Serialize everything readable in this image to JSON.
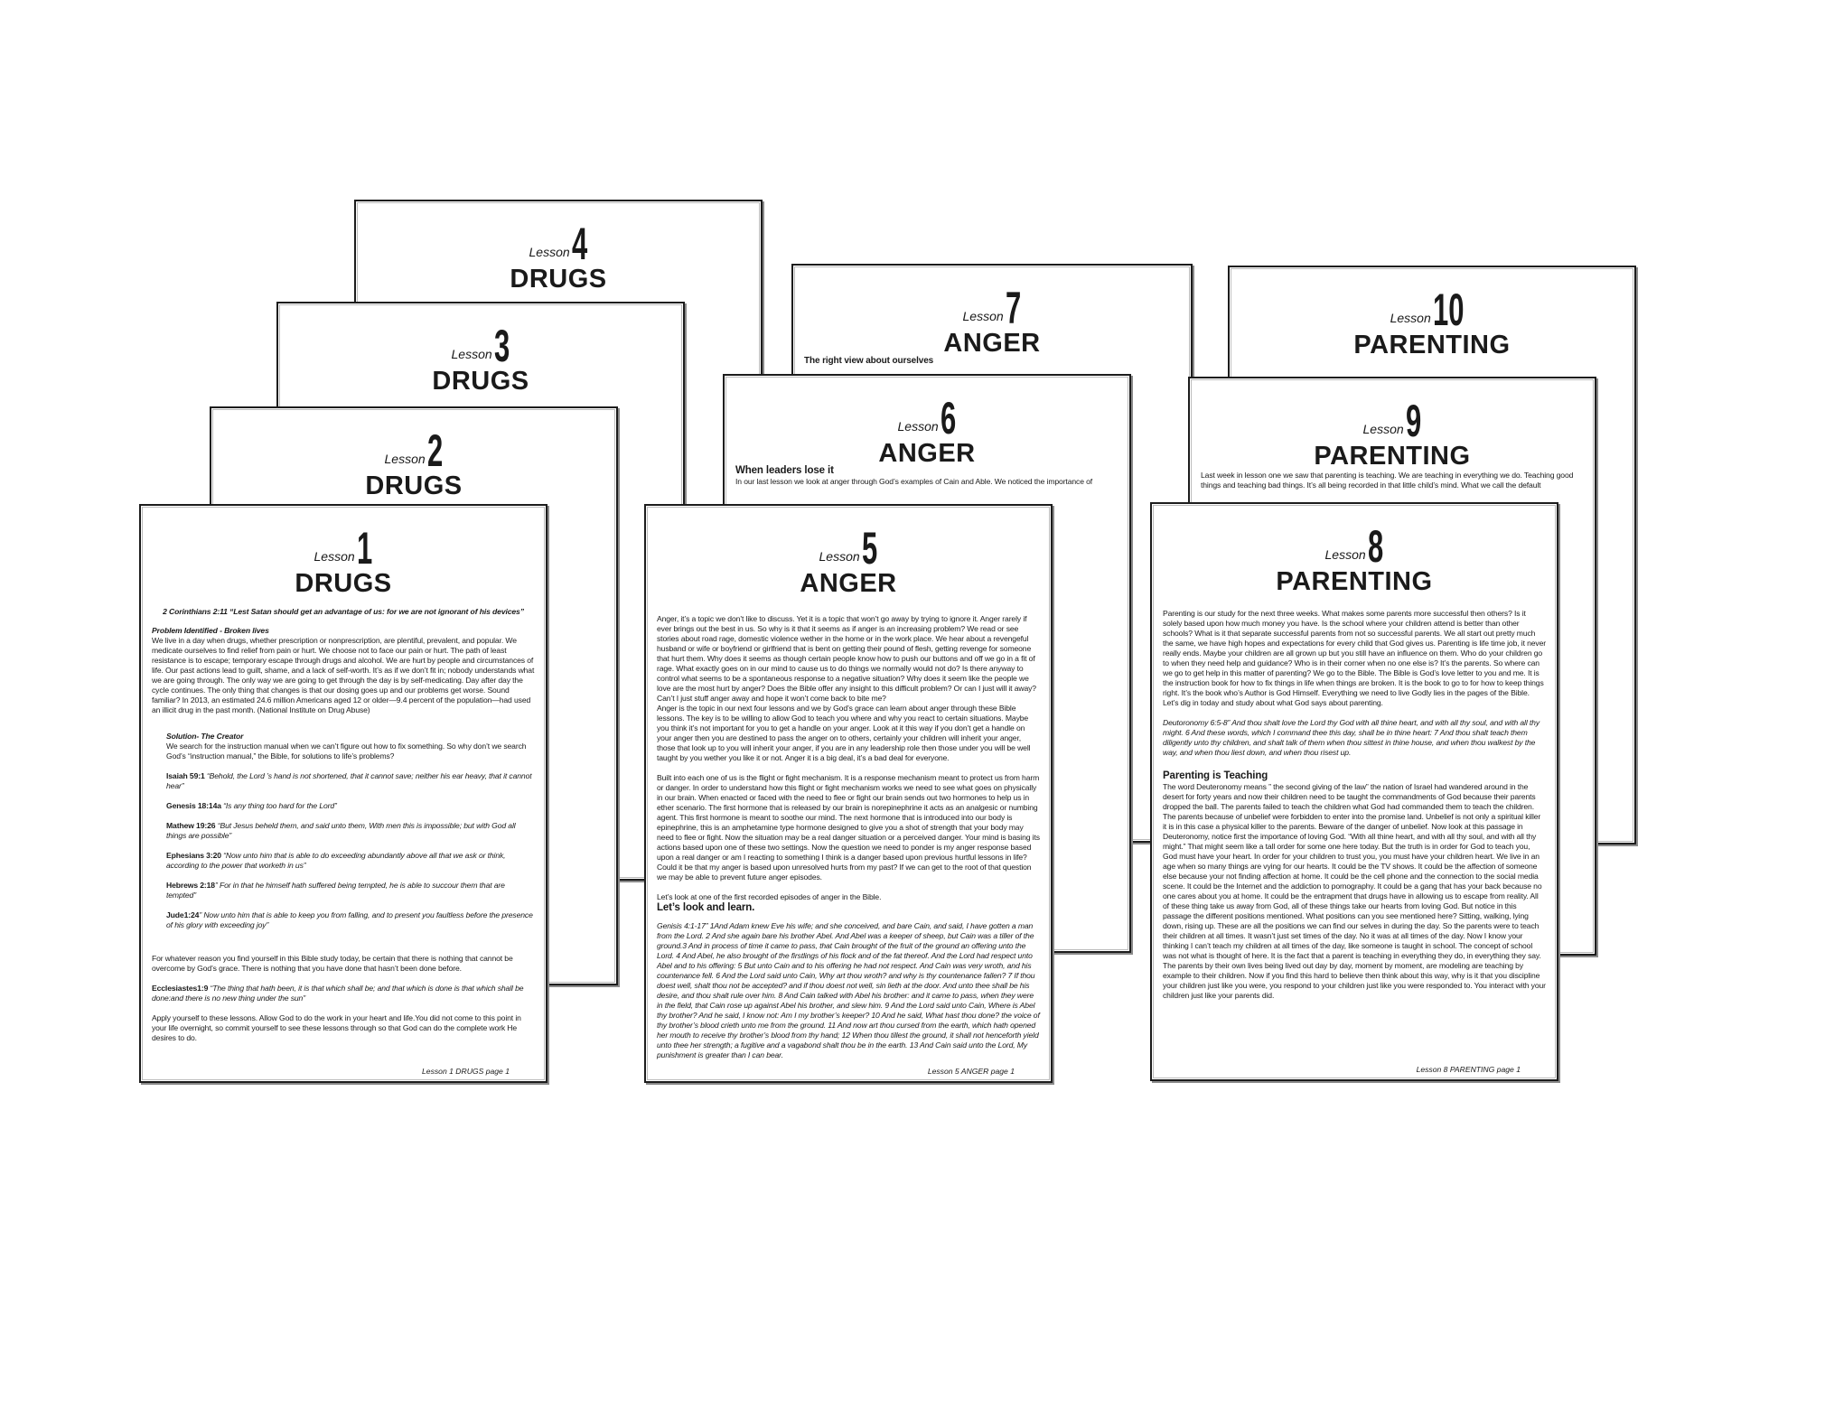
{
  "pages": {
    "p4": {
      "lesson_word": "Lesson",
      "number": "4",
      "title": "DRUGS"
    },
    "p3": {
      "lesson_word": "Lesson",
      "number": "3",
      "title": "DRUGS"
    },
    "p2": {
      "lesson_word": "Lesson",
      "number": "2",
      "title": "DRUGS"
    },
    "p1": {
      "lesson_word": "Lesson",
      "number": "1",
      "title": "DRUGS",
      "verse": "2 Corinthians 2:11 “Lest Satan should get an advantage of us: for we are not ignorant of his devices”",
      "problem_heading": "Problem Identified - Broken lives",
      "problem_text": "We live in a day when drugs, whether prescription or nonprescription, are plentiful, prevalent, and popular. We medicate ourselves to find relief from pain or hurt. We choose not to face our pain or hurt. The path of least resistance is to escape; temporary escape through drugs and alcohol. We are hurt by people and circumstances of life. Our past actions lead to guilt, shame, and a lack of self-worth. It’s as if we don’t fit in; nobody understands what we are going through. The only way we are going to get through the day is by self-medicating. Day after day the cycle continues. The only thing that changes is that our dosing goes up and our problems get worse. Sound familiar? In 2013, an estimated 24.6 million Americans aged 12 or older—9.4 percent of the population—had used an illicit drug in the past month. (National Institute on Drug Abuse)",
      "solution_heading": "Solution- The Creator",
      "solution_text": "We search for the instruction manual when we can’t figure out how to fix something. So why don’t we search God’s “instruction manual,” the Bible, for solutions to life’s problems?",
      "verses": [
        {
          "ref": "Isaiah 59:1",
          "text": " “Behold, the Lord ’s hand is not shortened, that it cannot save; neither his ear heavy, that it cannot hear”"
        },
        {
          "ref": "Genesis 18:14a",
          "text": " “Is any thing too hard for the Lord”"
        },
        {
          "ref": "Mathew 19:26",
          "text": " “But Jesus beheld them, and said unto them, With men this is impossible; but with God all things are possible”"
        },
        {
          "ref": "Ephesians 3:20",
          "text": " “Now unto him that is able to do exceeding abundantly above all that we ask or think, according to the power that worketh in us”"
        },
        {
          "ref": "Hebrews 2:18",
          "text": "” For in that he himself hath suffered being tempted, he is able to succour them that are tempted”"
        },
        {
          "ref": "Jude1:24",
          "text": "” Now unto him that is able to keep you from falling, and to present you faultless before the presence of his glory with exceeding joy”"
        }
      ],
      "whatever_text": "For whatever reason you find yourself in this Bible study today, be certain that there is nothing that cannot be overcome by God’s grace. There is nothing that you have done that hasn’t been done before.",
      "eccl_ref": "Ecclesiastes1:9",
      "eccl_text": " “The thing that hath been, it is that which shall be; and that which is done is that which shall be done:and there is no new thing under the sun”",
      "apply_text": "Apply yourself to these lessons. Allow God to do the work in your heart and life.You did not come to this point in your life overnight, so commit yourself to see these lessons through so that God can do the complete work He desires to do.",
      "footer": "Lesson 1 DRUGS page 1"
    },
    "p7": {
      "lesson_word": "Lesson",
      "number": "7",
      "title": "ANGER",
      "subheading": "The right view about ourselves"
    },
    "p6": {
      "lesson_word": "Lesson",
      "number": "6",
      "title": "ANGER",
      "subheading": "When leaders lose it",
      "intro": "In our last lesson we look at anger through God’s examples of Cain and Able. We noticed the importance of"
    },
    "p5": {
      "lesson_word": "Lesson",
      "number": "5",
      "title": "ANGER",
      "para1": "Anger, it’s a topic we don’t like to discuss. Yet it is a topic that won’t go away by trying to ignore it. Anger rarely if ever brings out the best in us. So why is it that it seems as if anger is an increasing problem? We read or see stories about road rage, domestic violence wether in the home or in the work place. We hear about a revengeful husband or wife or boyfriend or girlfriend that is bent on getting their pound of flesh, getting revenge for someone that hurt them. Why does it seems as though certain people know how to push our buttons and off we go in a fit of rage. What exactly goes on in our mind to cause us to do things we normally would not do? Is there anyway to control what seems to be a spontaneous response to a negative situation? Why does it seem like the people we love are the most hurt by anger? Does the Bible offer any insight to this difficult problem? Or can I just will it away? Can’t I just stuff anger away and hope it won’t come back to bite me?",
      "para2": "Anger is the topic in our next four lessons and we by God’s grace can learn about anger through these Bible lessons. The key is to be willing to allow God to teach you where and why you react to certain situations. Maybe you think it’s not important for you to get a handle on your anger. Look at it this way if you don’t get a handle on your anger then you are destined to pass the anger on to others, certainly your children will inherit your anger, those that look up to you will inherit your anger, if you are in any leadership role then those under you will be well taught by you wether you like it or not. Anger it is a big deal, it’s a bad deal for everyone.",
      "para3": "Built into each one of us is the flight or fight mechanism. It is a response mechanism meant to protect us from harm or danger. In order to understand how this flight or fight mechanism works we need to see what goes on physically in our brain. When enacted or faced with the need to flee or fight our brain sends out two hormones to help us in ether scenario. The first hormone that is released by our brain is norepinephrine it acts as an analgesic or numbing agent. This first hormone is meant to soothe our mind. The next hormone that is introduced into our body is epinephrine, this is an amphetamine type hormone designed to give you a shot of strength that your body may need to flee or fight. Now the situation may be a real danger situation or a perceived danger. Your mind is basing its actions based upon one of these two settings. Now the question we need to ponder is my anger response based upon a real danger or am I reacting to something I think is a danger based upon previous hurtful lessons in life? Could it be that my anger is based upon unresolved hurts from my past? If we can get to the root of that question we may be able to prevent future anger episodes.",
      "para4": "Let’s look at one of the first recorded episodes of anger in the Bible.",
      "heading": "Let’s look and learn.",
      "scripture": "Genisis 4:1-17” 1And Adam knew Eve his wife; and she conceived, and bare Cain, and said, I have gotten a man from the Lord. 2 And she again bare his brother Abel. And Abel was a keeper of sheep, but Cain was a tiller of the ground.3 And in process of time it came to pass, that Cain brought of the fruit of the ground an offering unto the Lord. 4 And Abel, he also brought of the firstlings of his flock and of the fat thereof. And the Lord had respect unto Abel and to his offering: 5 But unto Cain and to his offering he had not respect. And Cain was very wroth, and his countenance fell. 6 And the Lord said unto Cain, Why art thou wroth? and why is thy countenance fallen? 7 If thou doest well, shalt thou not be accepted? and if thou doest not well, sin lieth at the door. And unto thee shall be his desire, and thou shalt rule over him. 8 And Cain talked with Abel his brother: and it came to pass, when they were in the field, that Cain rose up against Abel his brother, and slew him. 9 And the Lord said unto Cain, Where is Abel thy brother? And he said, I know not: Am I my brother’s keeper? 10 And he said, What hast thou done? the voice of thy brother’s blood crieth unto me from the ground. 11 And now art thou cursed from the earth, which hath opened her mouth to receive thy brother’s blood from thy hand; 12 When thou tillest the ground, it shall not henceforth yield unto thee her strength; a fugitive and a vagabond shalt thou be in the earth. 13 And Cain said unto the Lord, My punishment is greater than I can bear.",
      "footer": "Lesson 5 ANGER page 1"
    },
    "p10": {
      "lesson_word": "Lesson",
      "number": "10",
      "title": "PARENTING"
    },
    "p9": {
      "lesson_word": "Lesson",
      "number": "9",
      "title": "PARENTING",
      "intro": "Last week in lesson one we saw that parenting is teaching. We are teaching in everything we do. Teaching good things and teaching bad things. It’s all being recorded in that little child’s mind. What we call the default"
    },
    "p8": {
      "lesson_word": "Lesson",
      "number": "8",
      "title": "PARENTING",
      "para1": "Parenting is our study for the next three weeks. What makes some parents more successful then others? Is it solely based upon how much money you have. Is the school where your children attend is better than other schools? What is it that separate successful parents from not so successful parents. We all start out pretty much the same, we have high hopes and expectations for every child that God gives us. Parenting is life time job, it never really ends. Maybe your children are all grown up but you still have an influence on them. Who do your children go to when they need help and guidance? Who is in their corner when no one else is? It’s the parents. So where can we go to get help in this matter of parenting? We go to the Bible. The Bible is God’s love letter to you and me. It is the instruction book for how to fix things in life when things are broken. It is the book to go to for how to keep things right. It’s the book who’s Author is God Himself. Everything we need to live Godly lies in the pages of the Bible. Let’s dig in today and study about what God says about parenting.",
      "scripture": "Deutoronomy 6:5-8” And thou shalt love the Lord thy God with all thine heart, and with all thy soul, and with all thy might. 6 And these words, which I command thee this day, shall be in thine heart: 7 And thou shalt teach them diligently unto thy children, and shalt talk of them when thou sittest in thine house, and when thou walkest by the way, and when thou liest down, and when thou risest up.",
      "heading": "Parenting is Teaching",
      "para2": "The word Deuteronomy means ” the second giving of the law” the nation of Israel had wandered around in the desert for forty years and now their children need to be taught the commandments of God because their parents dropped the ball. The parents failed to teach the children what God had commanded them to teach the children. The parents because of unbelief were forbidden to enter into the promise land. Unbelief is not only a spiritual killer it is in this case a physical killer to the parents. Beware of the danger of unbelief. Now look at this passage in Deuteronomy, notice first the importance of loving God. “With all thine heart, and with all thy soul, and with all thy might.” That might seem like a tall order for some one here today. But the truth is in order for God to teach you, God must have your heart. In order for your children to trust you, you must have your children heart. We live in an age when so many things are vying for our hearts. It could be the TV shows. It could be the affection of someone else because your not finding affection at home. It could be the cell phone and the connection to the social media scene. It could be the Internet and the addiction to pornography. It could be a gang that has your back because no one cares about you at home. It could be the entrapment that drugs have in allowing us to escape from reality. All of these thing take us away from God, all of these things take our hearts from loving God. But notice in this passage the different positions mentioned. What positions can you see mentioned here? Sitting, walking, lying down, rising up. These are all the positions we can find our selves in during the day. So the parents were to teach their children at all times. It wasn’t just set times of the day. No it was at all times of the day. Now I know your thinking I can’t teach my children at all times of the day, like someone is taught in school. The concept of school was not what is thought of here. It is the fact that a parent is teaching in everything they do, in everything they say. The parents by their own lives being lived out day by day, moment by moment, are modeling are teaching by example to their children. Now if you find this hard to believe then think about this way, why is it that you discipline your children just like you were, you respond to your children just like you were responded to. You interact with your children just like your parents did.",
      "footer": "Lesson 8 PARENTING page 1"
    }
  }
}
